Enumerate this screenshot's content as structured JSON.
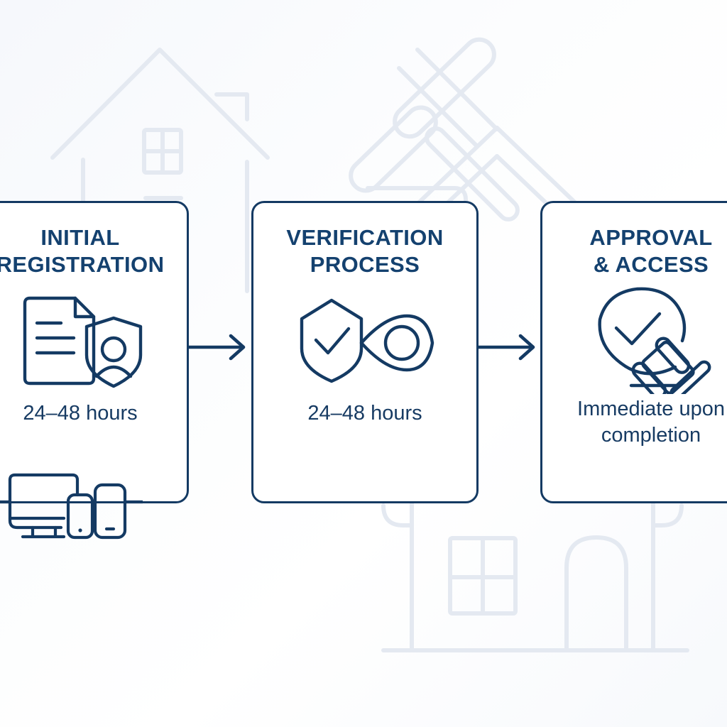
{
  "meta": {
    "diagram_type": "process-flow",
    "orientation": "horizontal",
    "step_count": 3
  },
  "colors": {
    "ink": "#14416f",
    "ink_body": "#173b63",
    "card_border": "#143a63",
    "card_fill": "#ffffff",
    "background": "#fbfcfe",
    "watermark": "#e6eaf2",
    "arrow": "#143a63"
  },
  "background": {
    "watermarks": [
      {
        "name": "house-outline-top-left"
      },
      {
        "name": "gavel-outline-top-right"
      },
      {
        "name": "house-outline-bottom-right"
      }
    ]
  },
  "flow": {
    "steps": [
      {
        "id": "initial-registration",
        "title": "INITIAL\nREGISTRATION",
        "duration": "24–48 hours",
        "icon": "document-shield-user-icon",
        "extra_icon": "devices-icon",
        "clipped": "left"
      },
      {
        "id": "verification-process",
        "title": "VERIFICATION\nPROCESS",
        "duration": "24–48 hours",
        "icon": "shield-check-eye-icon",
        "extra_icon": null,
        "clipped": "none"
      },
      {
        "id": "approval-access",
        "title": "APPROVAL\n& ACCESS",
        "duration": "Immediate upon\ncompletion",
        "icon": "check-circle-gavel-icon",
        "extra_icon": null,
        "clipped": "right"
      }
    ],
    "connectors": [
      {
        "id": "connector-1",
        "from": "initial-registration",
        "to": "verification-process",
        "icon": "arrow-right-icon"
      },
      {
        "id": "connector-2",
        "from": "verification-process",
        "to": "approval-access",
        "icon": "arrow-right-icon"
      }
    ]
  }
}
